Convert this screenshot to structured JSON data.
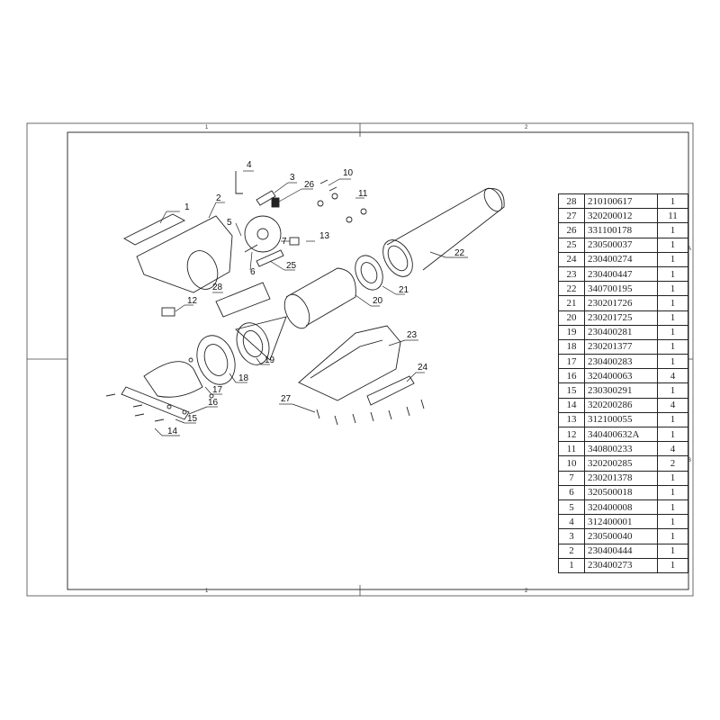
{
  "zones": {
    "top": [
      "1",
      "2"
    ],
    "bottom": [
      "1",
      "2"
    ],
    "right": [
      "A",
      "B"
    ]
  },
  "callouts": [
    "1",
    "2",
    "3",
    "4",
    "5",
    "6",
    "7",
    "10",
    "11",
    "12",
    "13",
    "14",
    "15",
    "16",
    "17",
    "18",
    "19",
    "20",
    "21",
    "22",
    "23",
    "24",
    "25",
    "26",
    "27",
    "28"
  ],
  "bom": [
    {
      "item": "28",
      "code": "210100617",
      "qty": "1"
    },
    {
      "item": "27",
      "code": "320200012",
      "qty": "11"
    },
    {
      "item": "26",
      "code": "331100178",
      "qty": "1"
    },
    {
      "item": "25",
      "code": "230500037",
      "qty": "1"
    },
    {
      "item": "24",
      "code": "230400274",
      "qty": "1"
    },
    {
      "item": "23",
      "code": "230400447",
      "qty": "1"
    },
    {
      "item": "22",
      "code": "340700195",
      "qty": "1"
    },
    {
      "item": "21",
      "code": "230201726",
      "qty": "1"
    },
    {
      "item": "20",
      "code": "230201725",
      "qty": "1"
    },
    {
      "item": "19",
      "code": "230400281",
      "qty": "1"
    },
    {
      "item": "18",
      "code": "230201377",
      "qty": "1"
    },
    {
      "item": "17",
      "code": "230400283",
      "qty": "1"
    },
    {
      "item": "16",
      "code": "320400063",
      "qty": "4"
    },
    {
      "item": "15",
      "code": "230300291",
      "qty": "1"
    },
    {
      "item": "14",
      "code": "320200286",
      "qty": "4"
    },
    {
      "item": "13",
      "code": "312100055",
      "qty": "1"
    },
    {
      "item": "12",
      "code": "340400632A",
      "qty": "1"
    },
    {
      "item": "11",
      "code": "340800233",
      "qty": "4"
    },
    {
      "item": "10",
      "code": "320200285",
      "qty": "2"
    },
    {
      "item": "7",
      "code": "230201378",
      "qty": "1"
    },
    {
      "item": "6",
      "code": "320500018",
      "qty": "1"
    },
    {
      "item": "5",
      "code": "320400008",
      "qty": "1"
    },
    {
      "item": "4",
      "code": "312400001",
      "qty": "1"
    },
    {
      "item": "3",
      "code": "230500040",
      "qty": "1"
    },
    {
      "item": "2",
      "code": "230400444",
      "qty": "1"
    },
    {
      "item": "1",
      "code": "230400273",
      "qty": "1"
    }
  ]
}
